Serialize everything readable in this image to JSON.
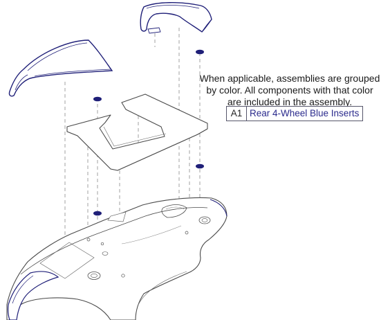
{
  "note": {
    "lines": [
      "When applicable, assemblies are grouped",
      "by color. All components with that color",
      "are included in the assembly."
    ]
  },
  "legend": {
    "items": [
      {
        "code": "A1",
        "description": "Rear 4-Wheel Blue Inserts"
      }
    ]
  },
  "colors": {
    "insert_blue": "#1f1f78",
    "part_outline": "#4a4a4a",
    "leader_line": "#8a8a8a",
    "legend_text": "#2a2a8c"
  }
}
